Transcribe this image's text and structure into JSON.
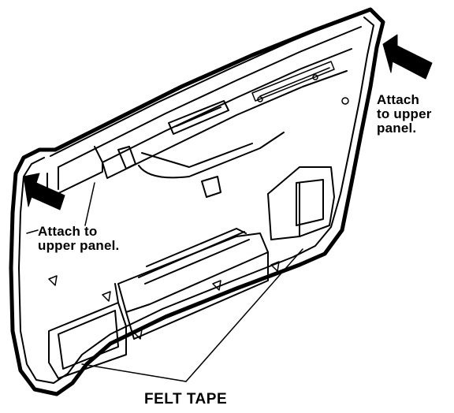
{
  "labels": {
    "right_callout": "Attach\nto upper\npanel.",
    "left_callout": "Attach to\nupper panel.",
    "bottom_callout": "FELT TAPE"
  },
  "colors": {
    "ink": "#000000",
    "paper": "#ffffff"
  }
}
